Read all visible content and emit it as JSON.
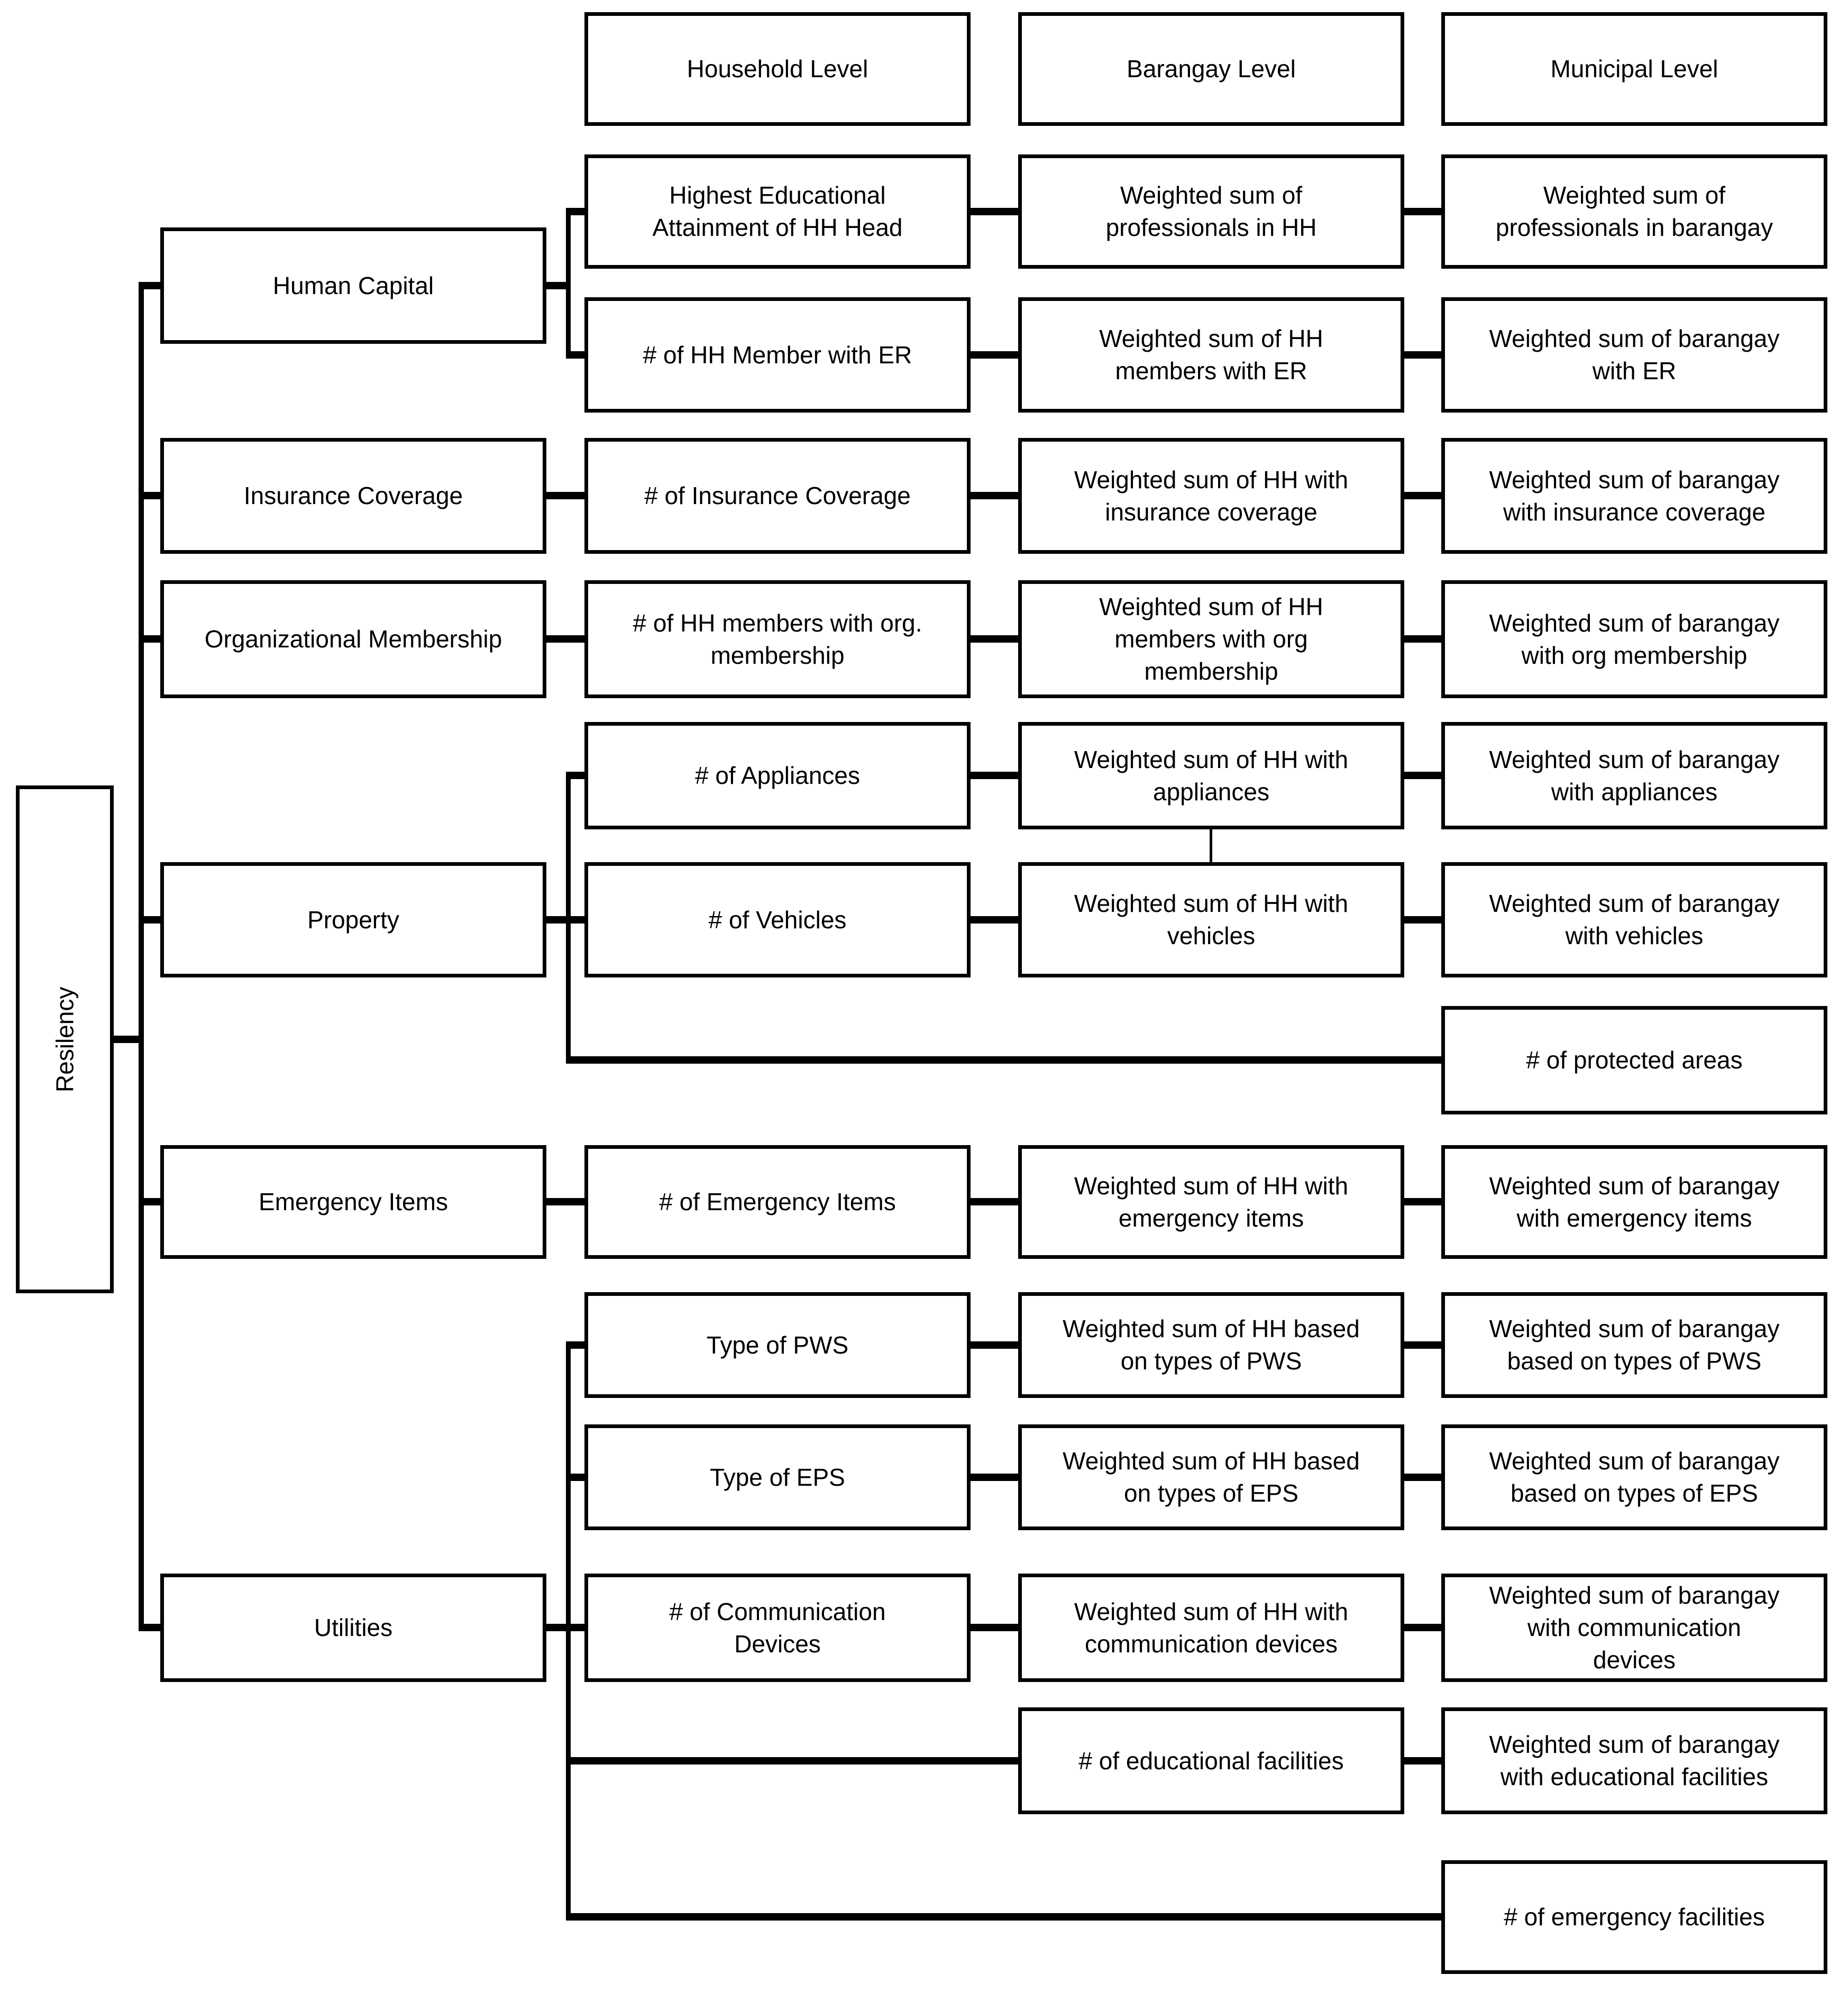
{
  "colors": {
    "background": "#ffffff",
    "line": "#000000",
    "text": "#000000"
  },
  "root": {
    "label": "Resilency"
  },
  "headers": {
    "household": "Household Level",
    "barangay": "Barangay Level",
    "municipal": "Municipal Level"
  },
  "categories": {
    "human_capital": "Human Capital",
    "insurance_coverage": "Insurance Coverage",
    "organizational_membership": "Organizational Membership",
    "property": "Property",
    "emergency_items": "Emergency Items",
    "utilities": "Utilities"
  },
  "household": {
    "educ_attainment": "Highest Educational\nAttainment of HH Head",
    "member_er": "# of HH Member with ER",
    "insurance": "# of Insurance Coverage",
    "org_membership": "# of HH members with org.\nmembership",
    "appliances": "# of Appliances",
    "vehicles": "# of Vehicles",
    "emergency_items": "# of Emergency Items",
    "pws": "Type of PWS",
    "eps": "Type of EPS",
    "comm_devices": "# of Communication\nDevices"
  },
  "barangay": {
    "professionals": "Weighted sum of\nprofessionals in HH",
    "members_er": "Weighted sum of HH\nmembers with ER",
    "insurance": "Weighted sum of HH with\ninsurance coverage",
    "org_membership": "Weighted sum of HH\nmembers with org\nmembership",
    "appliances": "Weighted sum of HH with\nappliances",
    "vehicles": "Weighted sum of HH with\nvehicles",
    "emergency_items": "Weighted sum of HH with\nemergency items",
    "pws": "Weighted sum of HH based\non types of PWS",
    "eps": "Weighted sum of HH based\non types of EPS",
    "comm_devices": "Weighted sum of HH with\ncommunication devices",
    "educational_facilities": "# of educational facilities"
  },
  "municipal": {
    "professionals": "Weighted sum of\nprofessionals in barangay",
    "er": "Weighted sum of barangay\nwith ER",
    "insurance": "Weighted sum of barangay\nwith insurance coverage",
    "org_membership": "Weighted sum of barangay\nwith org membership",
    "appliances": "Weighted sum of barangay\nwith appliances",
    "vehicles": "Weighted sum of barangay\nwith vehicles",
    "protected_areas": "# of protected areas",
    "emergency_items": "Weighted sum of barangay\nwith emergency items",
    "pws": "Weighted sum of barangay\nbased on types of PWS",
    "eps": "Weighted sum of barangay\nbased on types of EPS",
    "comm_devices": "Weighted sum of barangay\nwith communication\ndevices",
    "educational_facilities": "Weighted sum of barangay\nwith educational facilities",
    "emergency_facilities": "# of emergency facilities"
  }
}
